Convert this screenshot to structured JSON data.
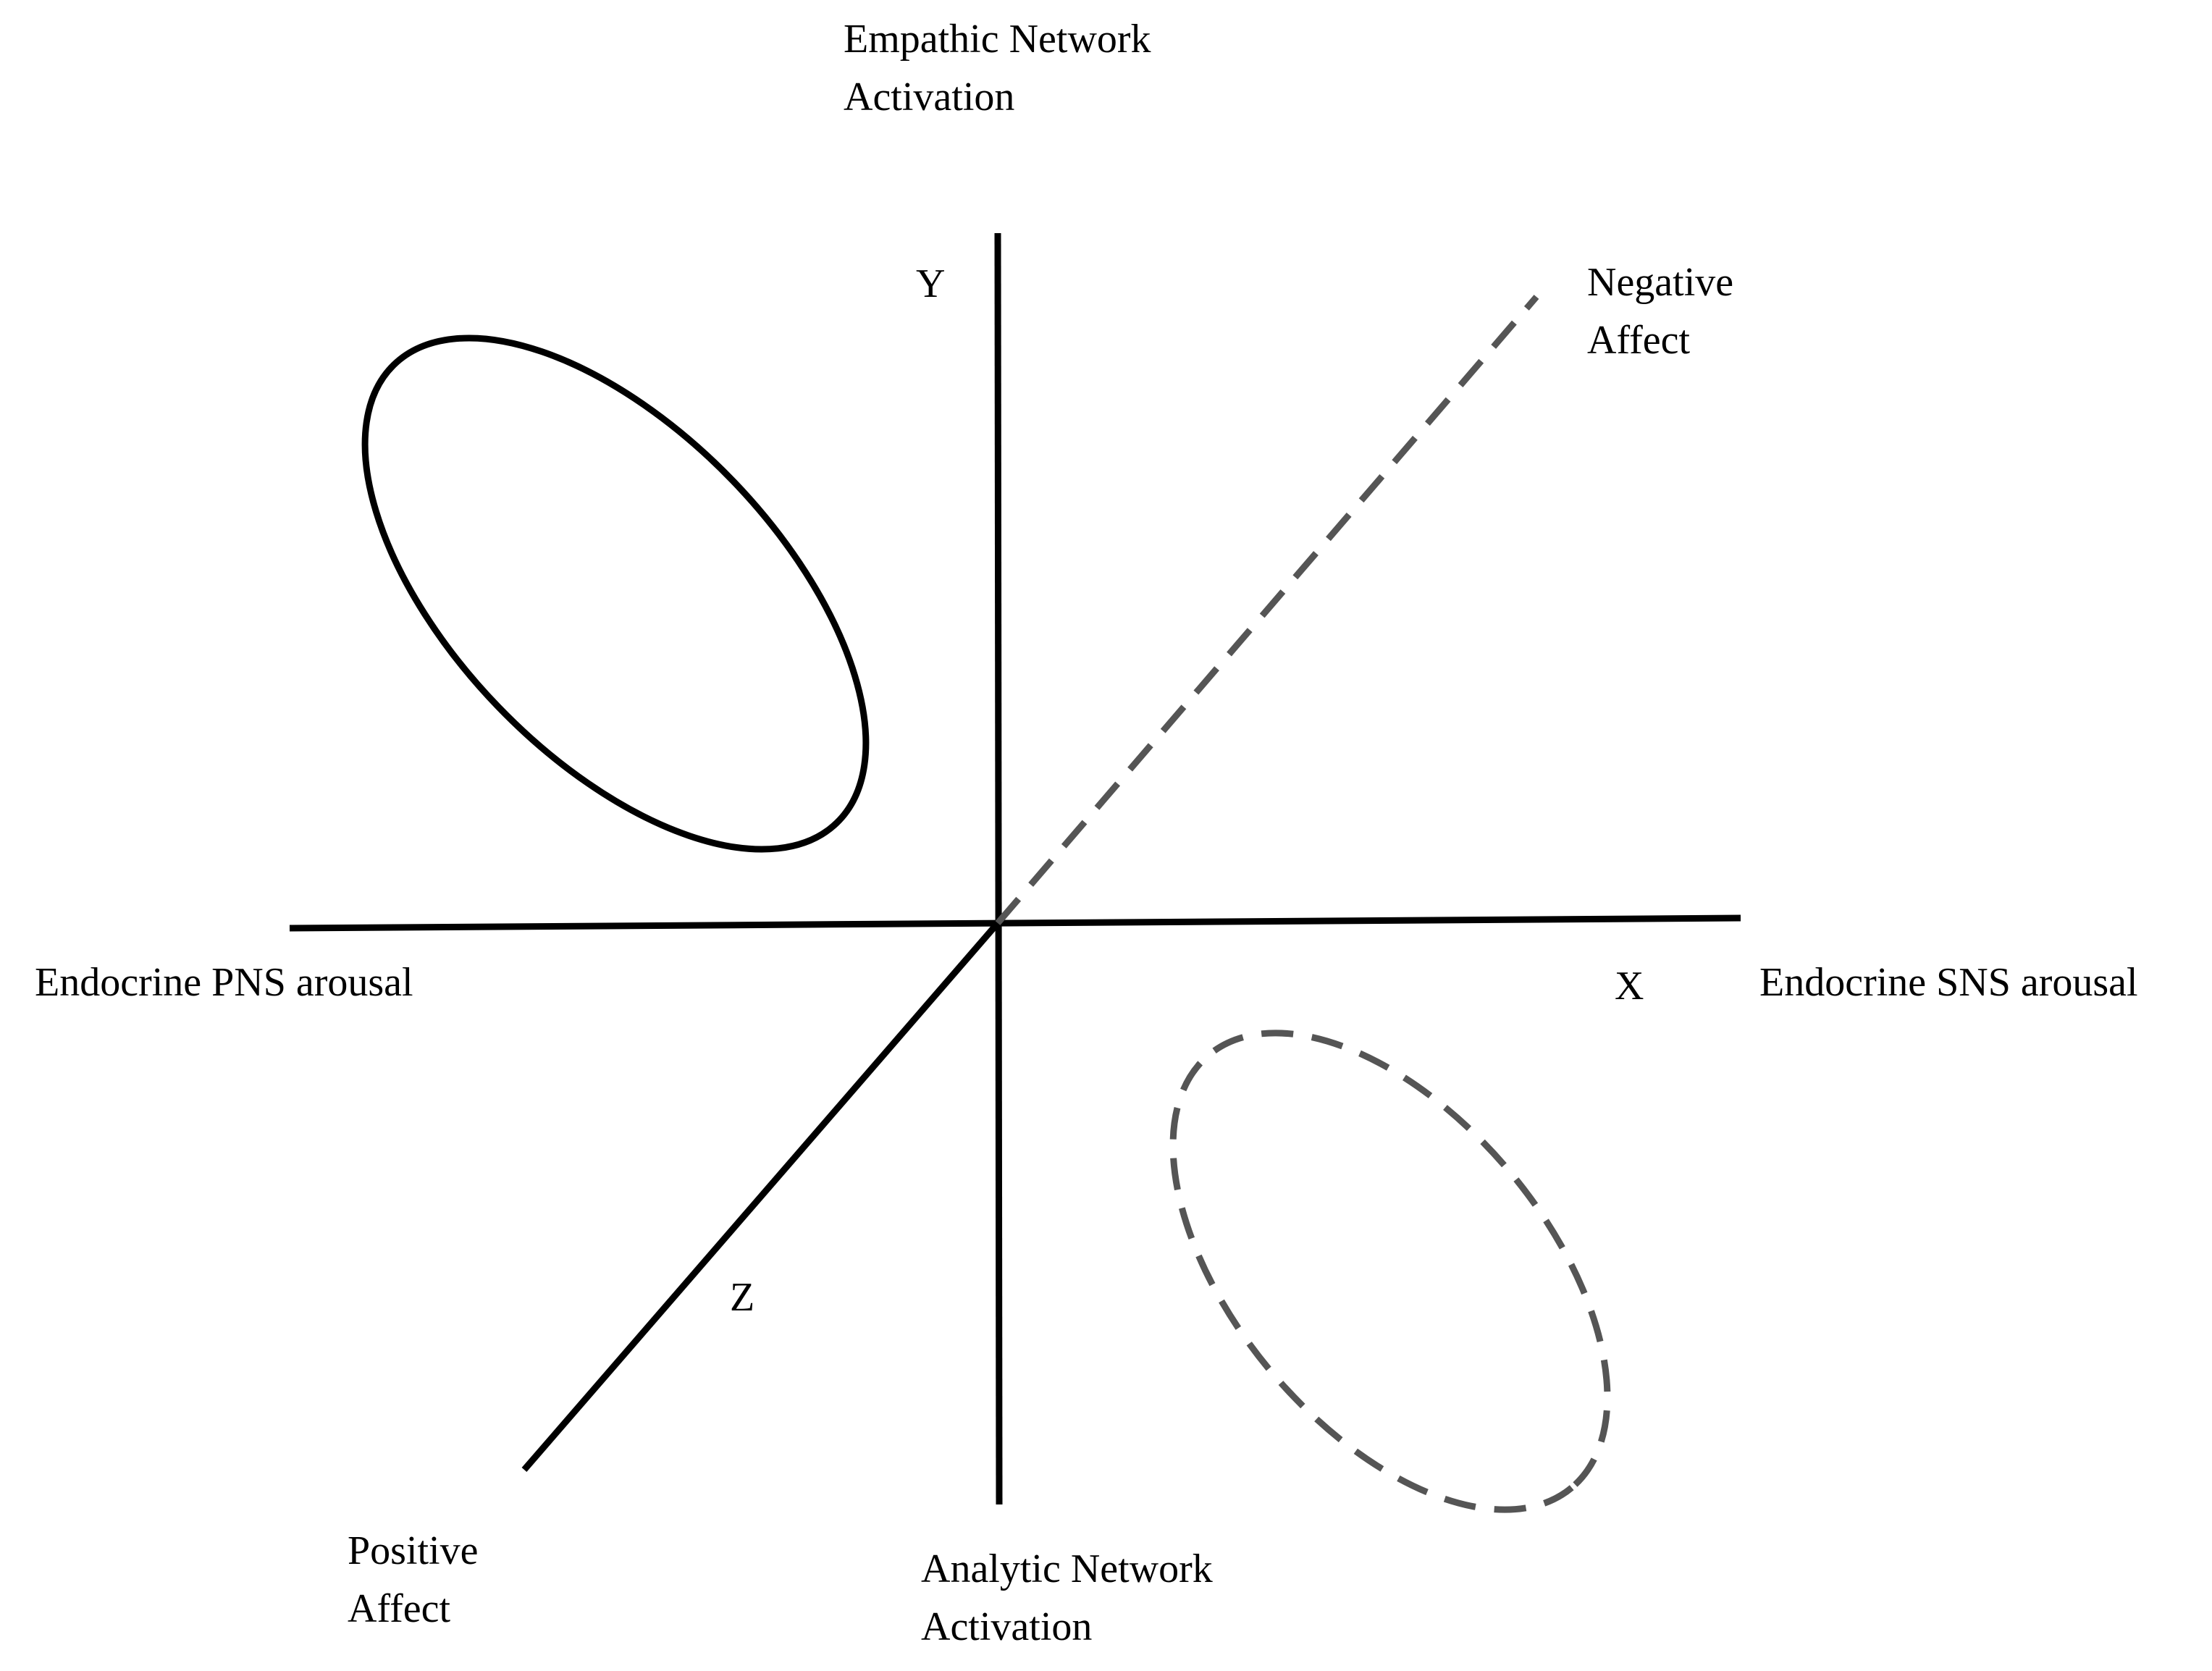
{
  "labels": {
    "top_line1": "Empathic  Network",
    "top_line2": "Activation",
    "y_axis": "Y",
    "negative_line1": "Negative",
    "negative_line2": "Affect",
    "left": "Endocrine PNS arousal",
    "x_axis": "X",
    "right": "Endocrine SNS arousal",
    "z_axis": "Z",
    "positive_line1": "Positive",
    "positive_line2": "Affect",
    "bottom_line1": "Analytic Network",
    "bottom_line2": "Activation"
  },
  "colors": {
    "solid": "#000000",
    "dashed": "#555555"
  }
}
